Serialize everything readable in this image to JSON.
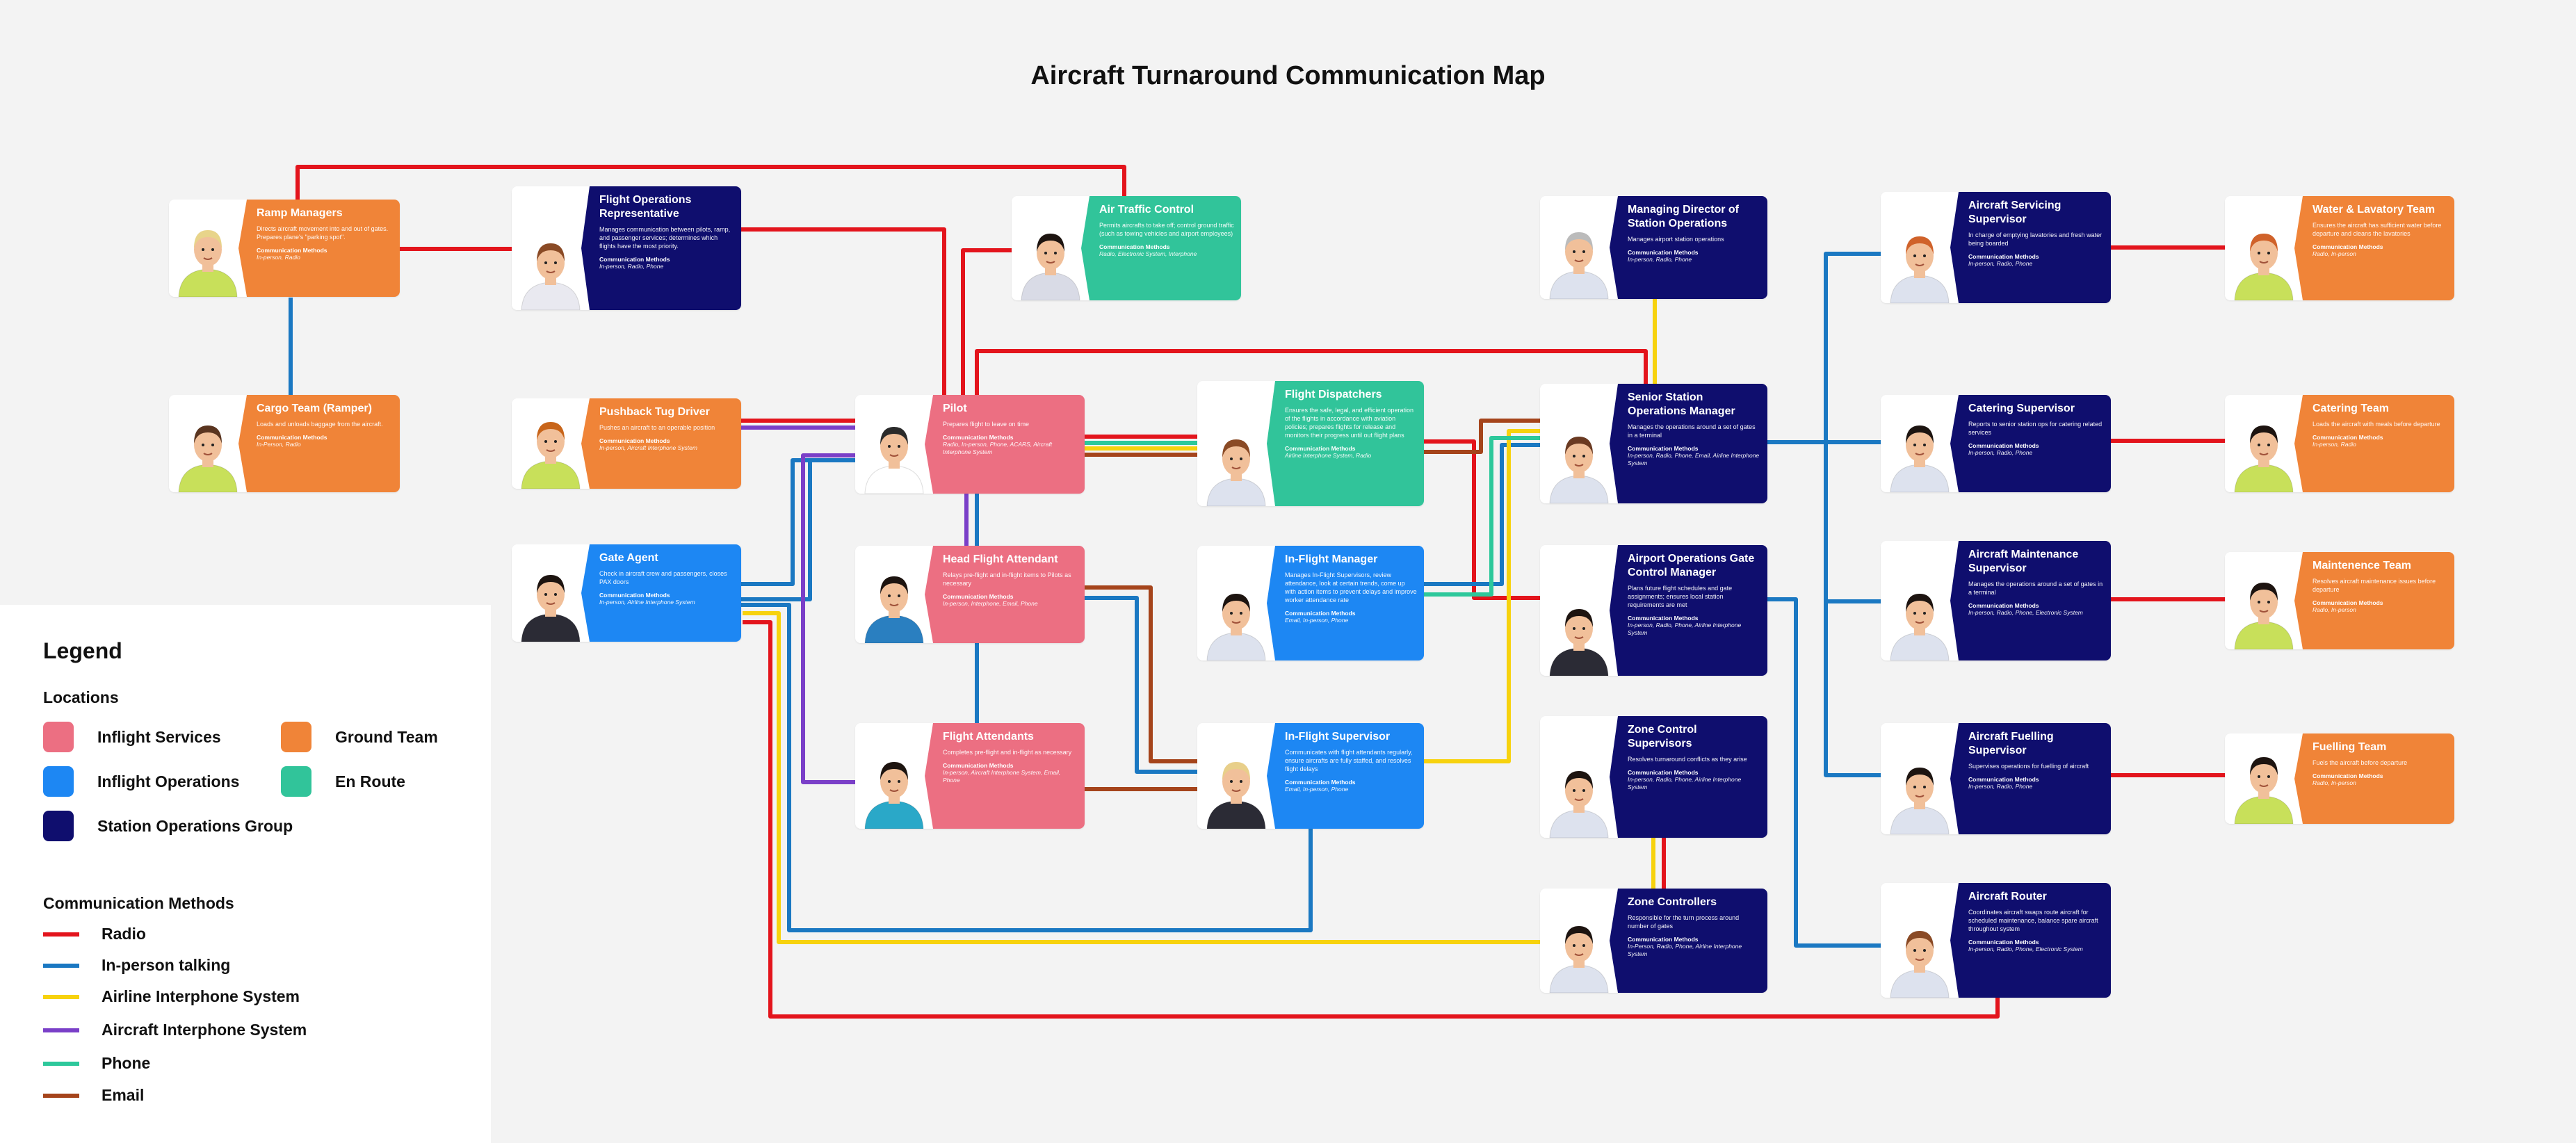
{
  "title": "Aircraft Turnaround Communication Map",
  "colors": {
    "radio": "#e3141c",
    "inperson": "#1a78c2",
    "airline": "#f7d20d",
    "aircraft": "#7a3fc8",
    "phone": "#2dc89b",
    "email": "#a5441b",
    "inflight_services": "#ec6f82",
    "inflight_operations": "#1d87f3",
    "station_operations": "#0f0e6e",
    "ground_team": "#f08438",
    "en_route": "#31c49a"
  },
  "cm_header": "Communication Methods",
  "nodes": {
    "ramp_managers": {
      "name": "Ramp Managers",
      "desc": "Directs aircraft movement into and out of gates. Prepares plane's \"parking spot\".",
      "methods": "In-person, Radio"
    },
    "flight_ops_rep": {
      "name": "Flight Operations Representative",
      "desc": "Manages communication between pilots, ramp, and passenger services; determines which flights have the most priority.",
      "methods": "In-person, Radio, Phone"
    },
    "atc": {
      "name": "Air Traffic Control",
      "desc": "Permits aircrafts to take off; control ground traffic (such as towing vehicles and airport employees)",
      "methods": "Radio, Electronic System, Interphone"
    },
    "cargo_team": {
      "name": "Cargo Team (Ramper)",
      "desc": "Loads and unloads baggage from the aircraft.",
      "methods": "In-Person, Radio"
    },
    "pushback": {
      "name": "Pushback Tug Driver",
      "desc": "Pushes an aircraft to an operable position",
      "methods": "In-person, Aircraft Interphone System"
    },
    "pilot": {
      "name": "Pilot",
      "desc": "Prepares flight to leave on time",
      "methods": "Radio, In-person, Phone, ACARS, Aircraft Interphone System"
    },
    "dispatchers": {
      "name": "Flight Dispatchers",
      "desc": "Ensures the safe, legal, and efficient operation of the flights in accordance with aviation policies; prepares flights for release and monitors their progress until out flight plans",
      "methods": "Airline Interphone System, Radio"
    },
    "gate_agent": {
      "name": "Gate Agent",
      "desc": "Check in aircraft crew and passengers, closes PAX doors",
      "methods": "In-person, Airline Interphone System"
    },
    "head_fa": {
      "name": "Head Flight Attendant",
      "desc": "Relays pre-flight and in-flight items to Pilots as necessary",
      "methods": "In-person, Interphone, Email, Phone"
    },
    "ifm": {
      "name": "In-Flight Manager",
      "desc": "Manages In-Flight Supervisors, review attendance, look at certain trends, come up with action items to prevent delays and improve worker attendance rate",
      "methods": "Email, In-person, Phone"
    },
    "fa": {
      "name": "Flight Attendants",
      "desc": "Completes pre-flight and in-flight as necessary",
      "methods": "In-person, Aircraft Interphone System, Email, Phone"
    },
    "ifs": {
      "name": "In-Flight Supervisor",
      "desc": "Communicates with flight attendants regularly, ensure aircrafts are fully staffed, and resolves flight delays",
      "methods": "Email, In-person, Phone"
    },
    "md": {
      "name": "Managing Director of Station Operations",
      "desc": "Manages airport station operations",
      "methods": "In-person, Radio, Phone"
    },
    "ssom": {
      "name": "Senior Station Operations Manager",
      "desc": "Manages the operations around a set of gates in a terminal",
      "methods": "In-person, Radio, Phone, Email, Airline Interphone System"
    },
    "aogcm": {
      "name": "Airport Operations Gate Control Manager",
      "desc": "Plans future flight schedules and gate assignments; ensures local station requirements are met",
      "methods": "In-person, Radio, Phone, Airline Interphone System"
    },
    "zcs": {
      "name": "Zone Control Supervisors",
      "desc": "Resolves turnaround conflicts as they arise",
      "methods": "In-person, Radio, Phone, Airline Interphone System"
    },
    "zc": {
      "name": "Zone Controllers",
      "desc": "Responsible for the turn process around number of gates",
      "methods": "In-Person, Radio, Phone, Airline Interphone System"
    },
    "acss": {
      "name": "Aircraft Servicing Supervisor",
      "desc": "In charge of emptying lavatories and fresh water being boarded",
      "methods": "In-person, Radio, Phone"
    },
    "catsup": {
      "name": "Catering Supervisor",
      "desc": "Reports to senior station ops for catering related services",
      "methods": "In-person, Radio, Phone"
    },
    "ams": {
      "name": "Aircraft Maintenance Supervisor",
      "desc": "Manages the operations around a set of gates in a terminal",
      "methods": "In-person, Radio, Phone, Electronic System"
    },
    "afs": {
      "name": "Aircraft Fuelling Supervisor",
      "desc": "Supervises operations for fuelling of aircraft",
      "methods": "In-person, Radio, Phone"
    },
    "router": {
      "name": "Aircraft Router",
      "desc": "Coordinates aircraft swaps route aircraft for scheduled maintenance, balance spare aircraft throughout system",
      "methods": "In-person, Radio, Phone, Electronic System"
    },
    "wlt": {
      "name": "Water & Lavatory Team",
      "desc": "Ensures the aircraft has sufficient water before departure and cleans the lavatories",
      "methods": "Radio, In-person"
    },
    "catteam": {
      "name": "Catering Team",
      "desc": "Loads the aircraft with meals before departure",
      "methods": "In-person, Radio"
    },
    "mteam": {
      "name": "Maintenence Team",
      "desc": "Resolves aircraft maintenance issues before departure",
      "methods": "Radio, In-person"
    },
    "fteam": {
      "name": "Fuelling Team",
      "desc": "Fuels the aircraft before departure",
      "methods": "Radio, In-person"
    }
  },
  "legend": {
    "title": "Legend",
    "locations_title": "Locations",
    "inflight_services": "Inflight Services",
    "ground_team": "Ground Team",
    "inflight_operations": "Inflight Operations",
    "en_route": "En Route",
    "station_operations": "Station Operations Group",
    "methods_title": "Communication Methods",
    "radio": "Radio",
    "inperson": "In-person talking",
    "airline": "Airline Interphone System",
    "aircraft": "Aircraft Interphone System",
    "phone": "Phone",
    "email": "Email"
  }
}
